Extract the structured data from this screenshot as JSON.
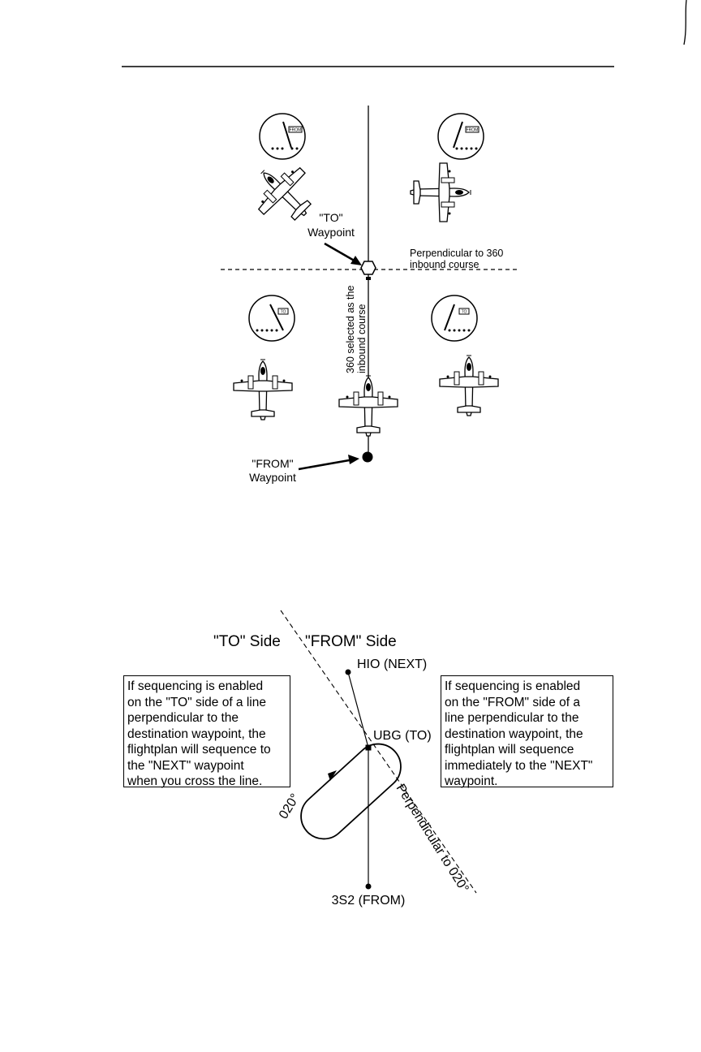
{
  "figure1": {
    "to_waypoint_line1": "\"TO\"",
    "to_waypoint_line2": "Waypoint",
    "from_waypoint_line1": "\"FROM\"",
    "from_waypoint_line2": "Waypoint",
    "perpendicular_line1": "Perpendicular to 360",
    "perpendicular_line2": "inbound course",
    "course_line1": "360 selected as the",
    "course_line2": "inbound course",
    "cdi_flags": [
      "FROM",
      "FROM",
      "TO",
      "TO"
    ]
  },
  "figure2": {
    "to_side": "\"TO\" Side",
    "from_side": "\"FROM\" Side",
    "hio_label": "HIO (NEXT)",
    "ubg_label": "UBG (TO)",
    "s2_label": "3S2 (FROM)",
    "heading_label": "020°",
    "perpendicular_label": "Perpendicular to 020°",
    "left_box": [
      "If sequencing is enabled",
      "on the \"TO\" side of a line",
      "perpendicular to the",
      "destination waypoint, the",
      "flightplan will sequence to",
      "the \"NEXT\" waypoint",
      "when you cross the line."
    ],
    "right_box": [
      "If sequencing is enabled",
      "on the \"FROM\" side of a",
      "line perpendicular to the",
      "destination waypoint, the",
      "flightplan will sequence",
      "immediately to the \"NEXT\"",
      "waypoint."
    ]
  }
}
